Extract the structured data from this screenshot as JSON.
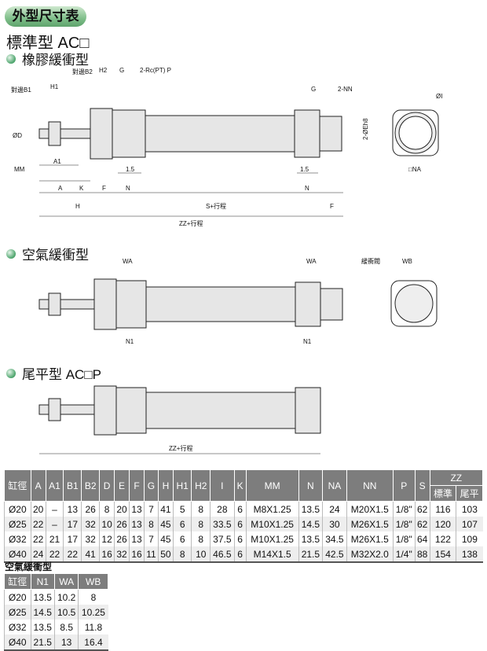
{
  "badge": "外型尺寸表",
  "title": "標準型 AC□",
  "sections": [
    "橡膠緩衝型",
    "空氣緩衝型",
    "尾平型 AC□P"
  ],
  "drawing1": {
    "labels": {
      "b1": "對邊B1",
      "h1": "H1",
      "b2": "對邊B2",
      "h2": "H2",
      "g": "G",
      "rc": "2-Rc(PT) P",
      "g2": "G",
      "nn": "2-NN",
      "phi_i": "ØI",
      "eh8": "2-ØEh8",
      "d": "ØD",
      "mm": "MM",
      "a1": "A1",
      "v15a": "1.5",
      "v15b": "1.5",
      "na": "□NA",
      "a": "A",
      "k": "K",
      "f": "F",
      "n": "N",
      "n2": "N",
      "h": "H",
      "s": "S+行程",
      "f2": "F",
      "zz": "ZZ+行程"
    }
  },
  "drawing2": {
    "labels": {
      "wa": "WA",
      "wa2": "WA",
      "valve": "緩衝閥",
      "wb": "WB",
      "n1": "N1",
      "n1b": "N1"
    }
  },
  "drawing3": {
    "labels": {
      "zz": "ZZ+行程"
    }
  },
  "main_table": {
    "headers": [
      "缸徑",
      "A",
      "A1",
      "B1",
      "B2",
      "D",
      "E",
      "F",
      "G",
      "H",
      "H1",
      "H2",
      "I",
      "K",
      "MM",
      "N",
      "NA",
      "NN",
      "P",
      "S"
    ],
    "zz": "ZZ",
    "zz_sub": [
      "標準",
      "尾平"
    ],
    "rows": [
      [
        "Ø20",
        "20",
        "–",
        "13",
        "26",
        "8",
        "20",
        "13",
        "7",
        "41",
        "5",
        "8",
        "28",
        "6",
        "M8X1.25",
        "13.5",
        "24",
        "M20X1.5",
        "1/8\"",
        "62",
        "116",
        "103"
      ],
      [
        "Ø25",
        "22",
        "–",
        "17",
        "32",
        "10",
        "26",
        "13",
        "8",
        "45",
        "6",
        "8",
        "33.5",
        "6",
        "M10X1.25",
        "14.5",
        "30",
        "M26X1.5",
        "1/8\"",
        "62",
        "120",
        "107"
      ],
      [
        "Ø32",
        "22",
        "21",
        "17",
        "32",
        "12",
        "26",
        "13",
        "7",
        "45",
        "6",
        "8",
        "37.5",
        "6",
        "M10X1.25",
        "13.5",
        "34.5",
        "M26X1.5",
        "1/8\"",
        "64",
        "122",
        "109"
      ],
      [
        "Ø40",
        "24",
        "22",
        "22",
        "41",
        "16",
        "32",
        "16",
        "11",
        "50",
        "8",
        "10",
        "46.5",
        "6",
        "M14X1.5",
        "21.5",
        "42.5",
        "M32X2.0",
        "1/4\"",
        "88",
        "154",
        "138"
      ]
    ]
  },
  "small_table": {
    "title": "空氣緩衝型",
    "headers": [
      "缸徑",
      "N1",
      "WA",
      "WB"
    ],
    "rows": [
      [
        "Ø20",
        "13.5",
        "10.2",
        "8"
      ],
      [
        "Ø25",
        "14.5",
        "10.5",
        "10.25"
      ],
      [
        "Ø32",
        "13.5",
        "8.5",
        "11.8"
      ],
      [
        "Ø40",
        "21.5",
        "13",
        "16.4"
      ]
    ]
  }
}
